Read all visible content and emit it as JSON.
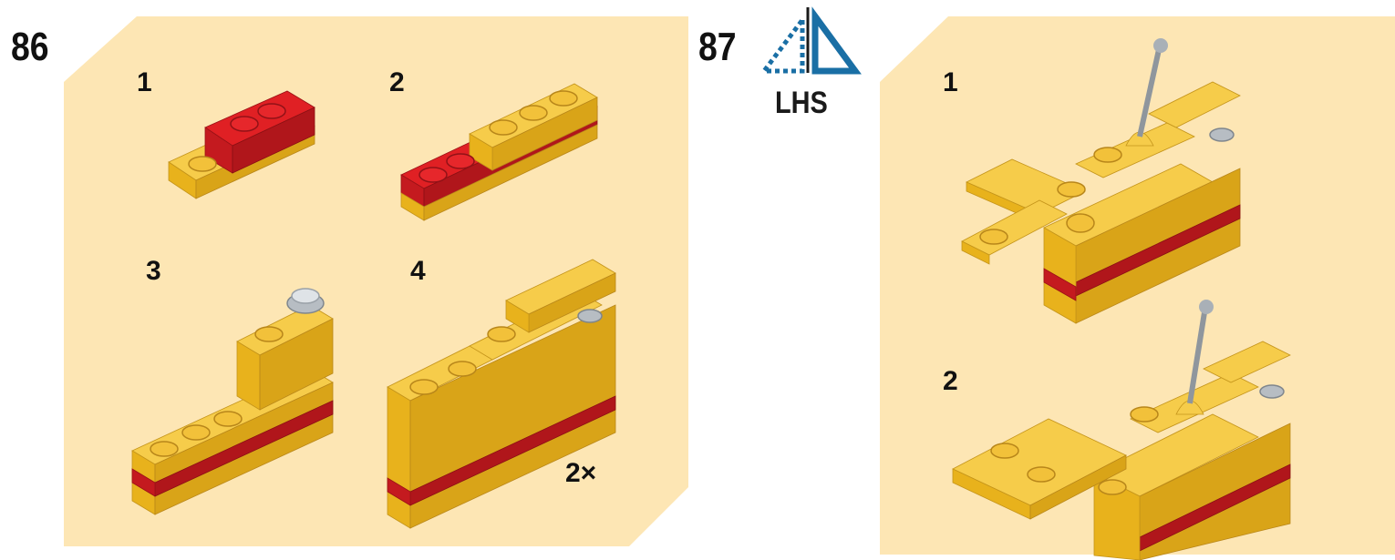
{
  "colors": {
    "panel_bg": "#fde6b4",
    "yellow_top": "#f6cc4a",
    "yellow_front": "#e8b21c",
    "yellow_side": "#d19a12",
    "red_top": "#e02024",
    "red_front": "#c41a1f",
    "red_side": "#a3141a",
    "grey": "#a9b0b7",
    "light_grey": "#d5dadf",
    "lhs_blue": "#1a6fa5"
  },
  "step86": {
    "number": "86",
    "substeps": [
      {
        "label": "1"
      },
      {
        "label": "2"
      },
      {
        "label": "3"
      },
      {
        "label": "4",
        "multiplier": "2×"
      }
    ]
  },
  "step87": {
    "number": "87",
    "side_indicator": {
      "label": "LHS",
      "icon": "left-hand-side-triangle-icon"
    },
    "substeps": [
      {
        "label": "1"
      },
      {
        "label": "2"
      }
    ]
  }
}
